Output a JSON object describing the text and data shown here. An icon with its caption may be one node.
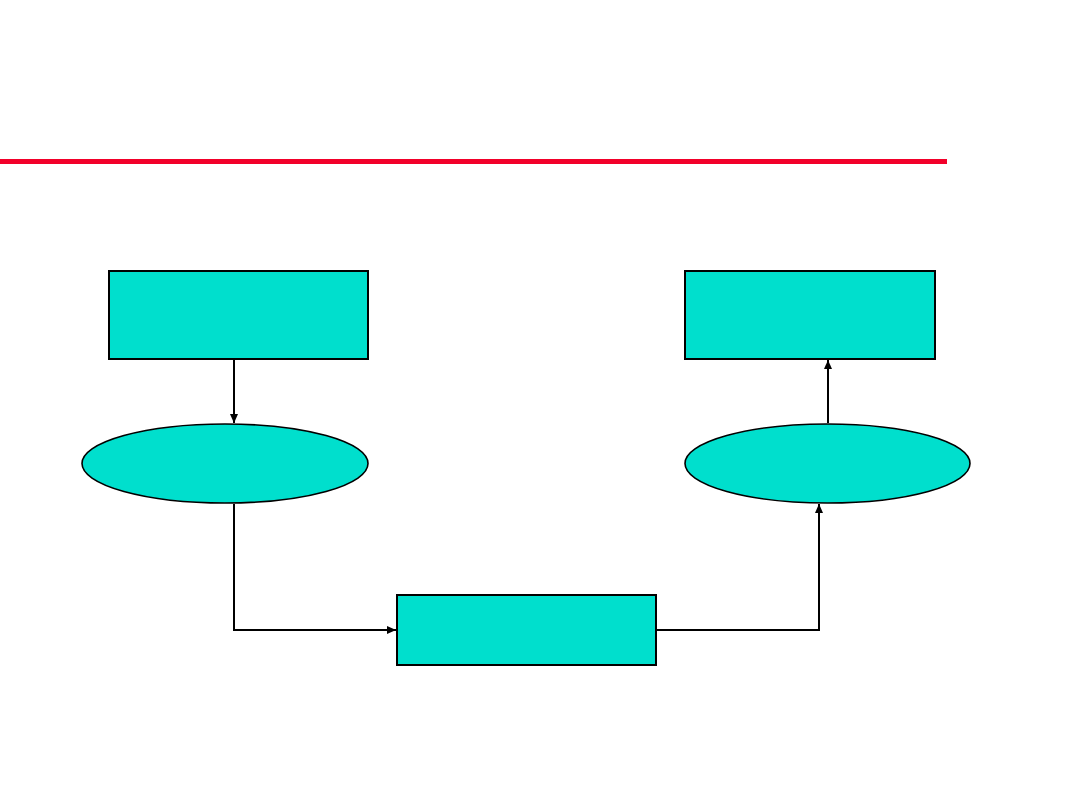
{
  "diagram": {
    "nodes": [
      {
        "text": [],
        "shape": "box"
      },
      {
        "text": [],
        "shape": "box"
      },
      {
        "text": [],
        "shape": "ellipse"
      },
      {
        "text": [],
        "shape": "ellipse"
      },
      {
        "text": [],
        "shape": "box"
      }
    ],
    "edges": [
      {
        "from": 0,
        "to": 2,
        "arrow": "to"
      },
      {
        "from": 2,
        "to": 4,
        "arrow": "to"
      },
      {
        "from": 4,
        "to": 3,
        "arrow": "to"
      },
      {
        "from": 3,
        "to": 1,
        "arrow": "to"
      }
    ]
  }
}
